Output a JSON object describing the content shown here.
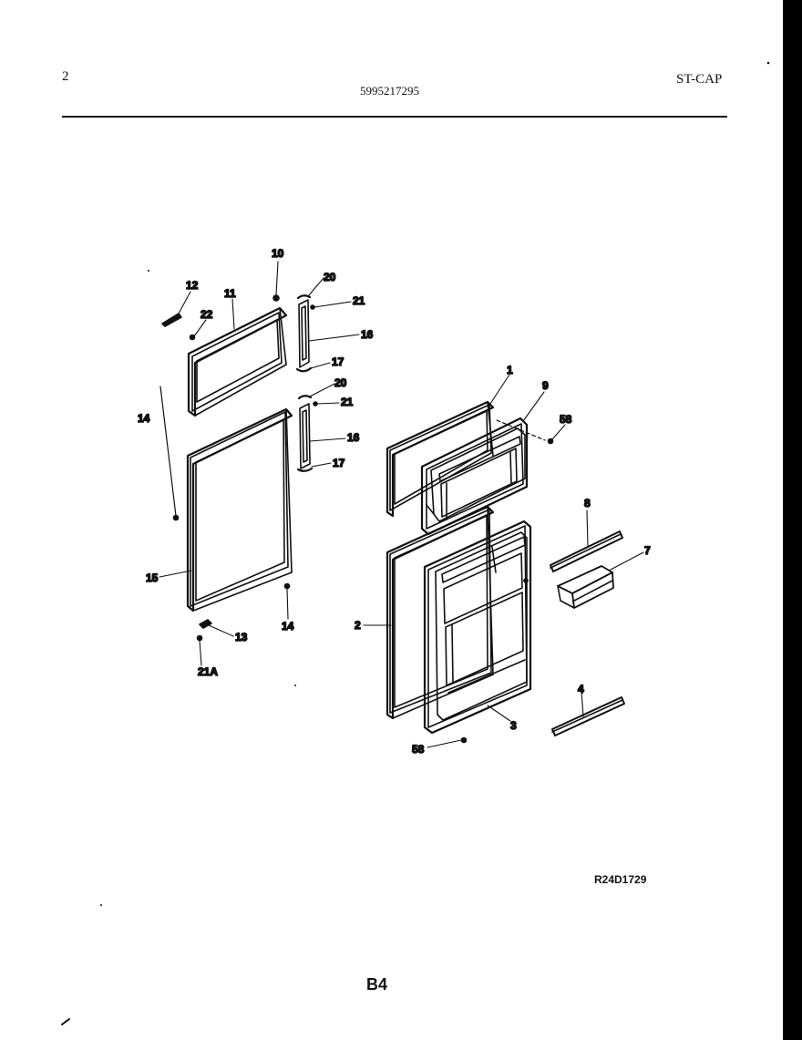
{
  "header": {
    "page_number": "2",
    "model_number": "5995217295",
    "model_code": "ST-CAP"
  },
  "callouts": {
    "c1": "1",
    "c2": "2",
    "c3": "3",
    "c4": "4",
    "c7": "7",
    "c8": "8",
    "c9": "9",
    "c10": "10",
    "c11": "11",
    "c12": "12",
    "c13": "13",
    "c14a": "14",
    "c14b": "14",
    "c15": "15",
    "c16a": "16",
    "c16b": "16",
    "c17a": "17",
    "c17b": "17",
    "c20a": "20",
    "c20b": "20",
    "c21a": "21",
    "c21b": "21",
    "c21A": "21A",
    "c22": "22",
    "c58a": "58",
    "c58b": "58"
  },
  "footer": {
    "drawing_id": "R24D1729",
    "page_code": "B4"
  }
}
